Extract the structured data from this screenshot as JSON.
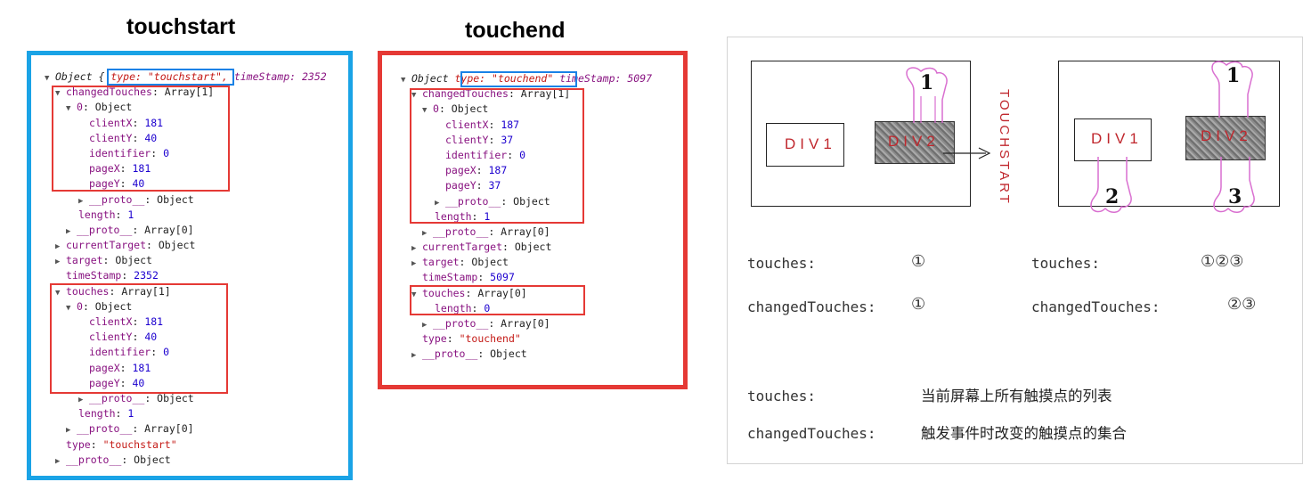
{
  "titles": {
    "touchstart": "touchstart",
    "touchend": "touchend"
  },
  "colors": {
    "blue_frame": "#1aa3e6",
    "red_frame": "#e53935",
    "key": "#881280",
    "number": "#1c00cf",
    "string": "#c41a16",
    "div_label": "#c0272d"
  },
  "touchstart_console": {
    "l1_obj": "Object {",
    "l1_type": "type: \"touchstart\",",
    "l1_ts": "timeStamp: 2352",
    "ct_key": "changedTouches",
    "ct_val": ": Array[1]",
    "zero_key": "0",
    "zero_val": ": Object",
    "clientX": "181",
    "clientY": "40",
    "identifier": "0",
    "pageX": "181",
    "pageY": "40",
    "proto_obj": "__proto__",
    "proto_obj_val": ": Object",
    "length": "1",
    "proto_arr_val": ": Array[0]",
    "currentTarget": "currentTarget",
    "currentTarget_val": ": Object",
    "target": "target",
    "target_val": ": Object",
    "timeStamp_key": "timeStamp",
    "timeStamp": "2352",
    "touches_key": "touches",
    "touches_val": ": Array[1]",
    "t_clientX": "181",
    "t_clientY": "40",
    "t_identifier": "0",
    "t_pageX": "181",
    "t_pageY": "40",
    "t_length": "1",
    "type_key": "type",
    "type_val": "\"touchstart\""
  },
  "touchend_console": {
    "l1_obj": "Object",
    "l1_type": "type: \"touchend\"",
    "l1_ts": "timeStamp: 5097",
    "ct_key": "changedTouches",
    "ct_val": ": Array[1]",
    "zero_val": ": Object",
    "clientX": "187",
    "clientY": "37",
    "identifier": "0",
    "pageX": "187",
    "pageY": "37",
    "length": "1",
    "proto_arr_val": ": Array[0]",
    "currentTarget_val": ": Object",
    "target_val": ": Object",
    "timeStamp": "5097",
    "touches_key": "touches",
    "touches_val": ": Array[0]",
    "t_length": "0",
    "type_val": "\"touchend\""
  },
  "keys": {
    "clientX": "clientX",
    "clientY": "clientY",
    "identifier": "identifier",
    "pageX": "pageX",
    "pageY": "pageY",
    "length": "length",
    "proto": "__proto__"
  },
  "diagram": {
    "div1": "DIV1",
    "div2": "DIV2",
    "arrow_label": "TOUCHSTART",
    "finger1": "1",
    "finger2": "2",
    "finger3": "3",
    "touches_label": "touches:",
    "changed_label": "changedTouches:",
    "left_touches": "①",
    "left_changed": "①",
    "right_touches": "①②③",
    "right_changed": "②③",
    "def_touches_label": "touches:",
    "def_touches_text": "当前屏幕上所有触摸点的列表",
    "def_changed_label": "changedTouches:",
    "def_changed_text": "触发事件时改变的触摸点的集合"
  }
}
